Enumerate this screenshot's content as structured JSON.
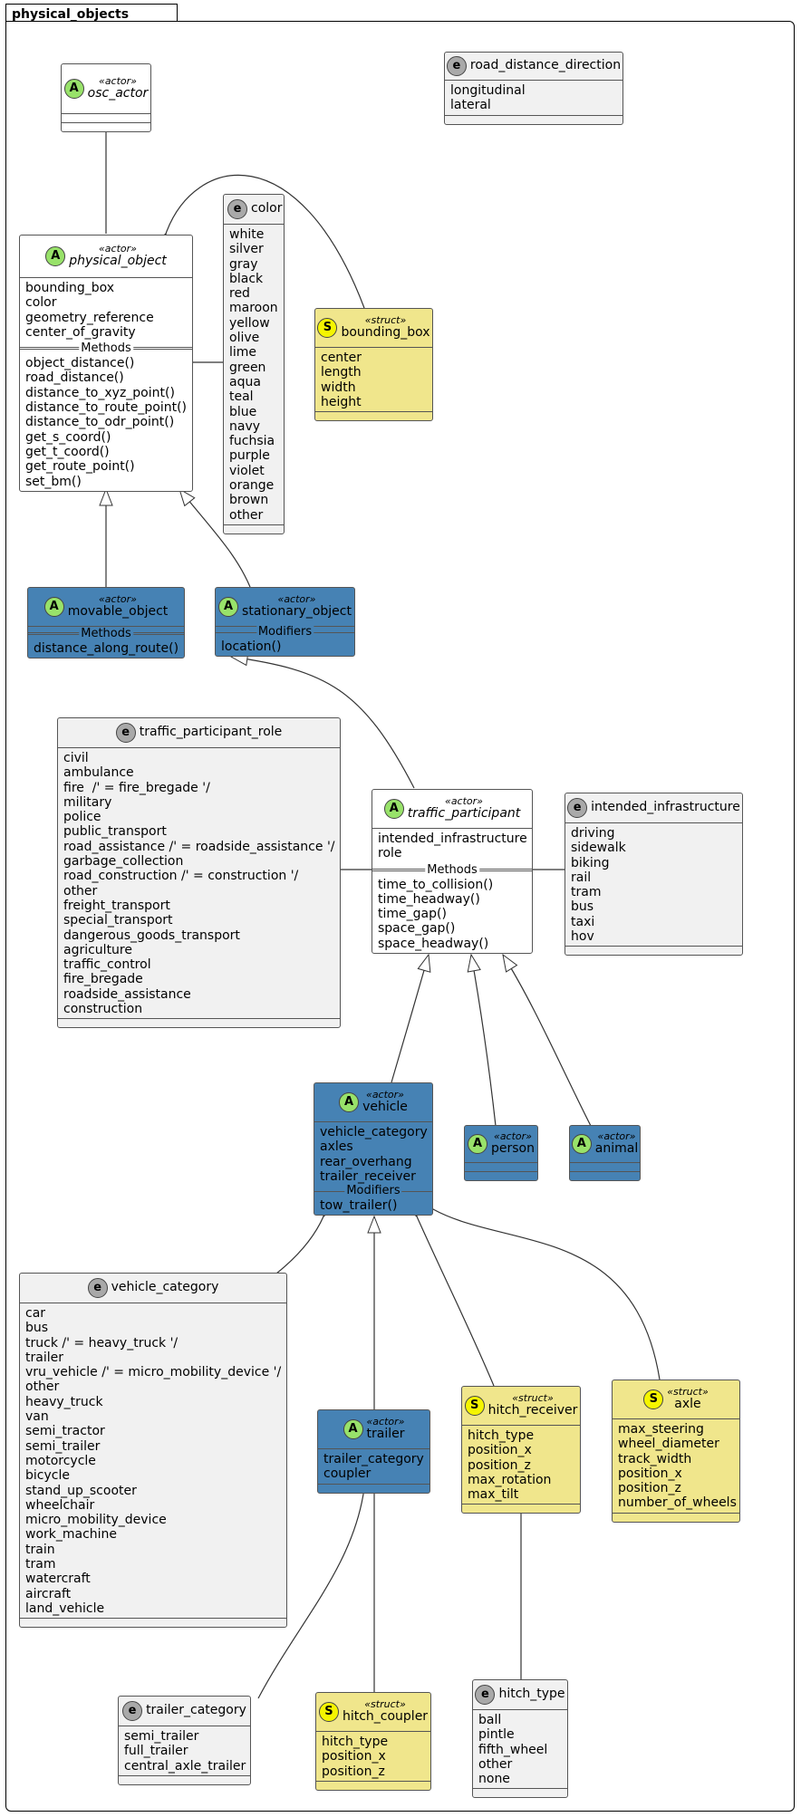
{
  "package": {
    "name": "physical_objects"
  },
  "classes": {
    "osc_actor": {
      "stereotype": "«actor»",
      "name": "osc_actor",
      "kind": "A"
    },
    "road_distance_direction": {
      "name": "road_distance_direction",
      "kind": "e",
      "items": "longitudinal\nlateral"
    },
    "physical_object": {
      "stereotype": "«actor»",
      "name": "physical_object",
      "kind": "A",
      "attributes": "bounding_box\ncolor\ngeometry_reference\ncenter_of_gravity",
      "methods_label": "Methods",
      "methods": "object_distance()\nroad_distance()\ndistance_to_xyz_point()\ndistance_to_route_point()\ndistance_to_odr_point()\nget_s_coord()\nget_t_coord()\nget_route_point()\nset_bm()"
    },
    "color": {
      "name": "color",
      "kind": "e",
      "items": "white\nsilver\ngray\nblack\nred\nmaroon\nyellow\nolive\nlime\ngreen\naqua\nteal\nblue\nnavy\nfuchsia\npurple\nviolet\norange\nbrown\nother"
    },
    "bounding_box": {
      "stereotype": "«struct»",
      "name": "bounding_box",
      "kind": "S",
      "items": "center\nlength\nwidth\nheight"
    },
    "movable_object": {
      "stereotype": "«actor»",
      "name": "movable_object",
      "kind": "A",
      "methods_label": "Methods",
      "methods": "distance_along_route()"
    },
    "stationary_object": {
      "stereotype": "«actor»",
      "name": "stationary_object",
      "kind": "A",
      "modifiers_label": "Modifiers",
      "methods": "location()"
    },
    "traffic_participant_role": {
      "name": "traffic_participant_role",
      "kind": "e",
      "items": "civil\nambulance\nfire  /' = fire_bregade '/\nmilitary\npolice\npublic_transport\nroad_assistance /' = roadside_assistance '/\ngarbage_collection\nroad_construction /' = construction '/\nother\nfreight_transport\nspecial_transport\ndangerous_goods_transport\nagriculture\ntraffic_control\nfire_bregade\nroadside_assistance\nconstruction"
    },
    "traffic_participant": {
      "stereotype": "«actor»",
      "name": "traffic_participant",
      "kind": "A",
      "attributes": "intended_infrastructure\nrole",
      "methods_label": "Methods",
      "methods": "time_to_collision()\ntime_headway()\ntime_gap()\nspace_gap()\nspace_headway()"
    },
    "intended_infrastructure": {
      "name": "intended_infrastructure",
      "kind": "e",
      "items": "driving\nsidewalk\nbiking\nrail\ntram\nbus\ntaxi\nhov"
    },
    "vehicle": {
      "stereotype": "«actor»",
      "name": "vehicle",
      "kind": "A",
      "attributes": "vehicle_category\naxles\nrear_overhang\ntrailer_receiver",
      "modifiers_label": "Modifiers",
      "methods": "tow_trailer()"
    },
    "person": {
      "stereotype": "«actor»",
      "name": "person",
      "kind": "A"
    },
    "animal": {
      "stereotype": "«actor»",
      "name": "animal",
      "kind": "A"
    },
    "vehicle_category": {
      "name": "vehicle_category",
      "kind": "e",
      "items": "car\nbus\ntruck /' = heavy_truck '/\ntrailer\nvru_vehicle /' = micro_mobility_device '/\nother\nheavy_truck\nvan\nsemi_tractor\nsemi_trailer\nmotorcycle\nbicycle\nstand_up_scooter\nwheelchair\nmicro_mobility_device\nwork_machine\ntrain\ntram\nwatercraft\naircraft\nland_vehicle"
    },
    "trailer": {
      "stereotype": "«actor»",
      "name": "trailer",
      "kind": "A",
      "attributes": "trailer_category\ncoupler"
    },
    "hitch_receiver": {
      "stereotype": "«struct»",
      "name": "hitch_receiver",
      "kind": "S",
      "items": "hitch_type\nposition_x\nposition_z\nmax_rotation\nmax_tilt"
    },
    "axle": {
      "stereotype": "«struct»",
      "name": "axle",
      "kind": "S",
      "items": "max_steering\nwheel_diameter\ntrack_width\nposition_x\nposition_z\nnumber_of_wheels"
    },
    "trailer_category": {
      "name": "trailer_category",
      "kind": "e",
      "items": "semi_trailer\nfull_trailer\ncentral_axle_trailer"
    },
    "hitch_coupler": {
      "stereotype": "«struct»",
      "name": "hitch_coupler",
      "kind": "S",
      "items": "hitch_type\nposition_x\nposition_z"
    },
    "hitch_type": {
      "name": "hitch_type",
      "kind": "e",
      "items": "ball\npintle\nfifth_wheel\nother\nnone"
    }
  },
  "colors": {
    "actor_fill": "#ffffff",
    "concrete_fill": "#4682b4",
    "struct_fill": "#f0e68c",
    "enum_fill": "#f1f1f1"
  }
}
